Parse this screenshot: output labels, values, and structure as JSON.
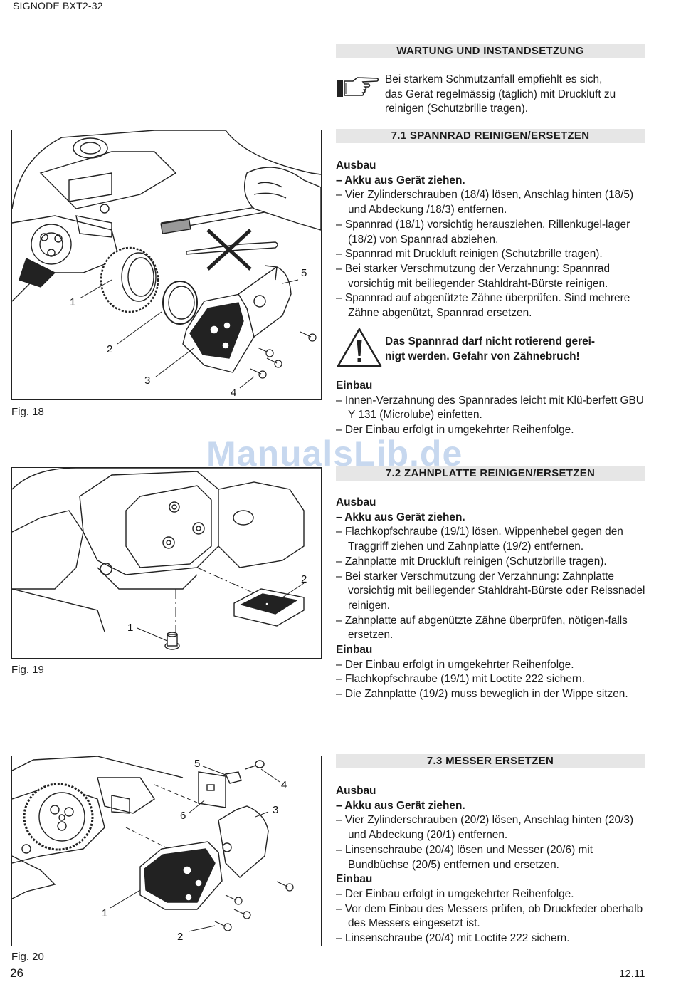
{
  "header": {
    "title": "SIGNODE BXT2-32"
  },
  "watermark": "ManualsLib.de",
  "intro": {
    "bar": "WARTUNG UND INSTANDSETZUNG",
    "text": [
      "Bei starkem Schmutzanfall empfiehlt es sich,",
      "das Gerät regelmässig (täglich) mit Druckluft zu",
      "reinigen (Schutzbrille tragen)."
    ]
  },
  "s71": {
    "bar": "7.1  SPANNRAD REINIGEN/ERSETZEN",
    "ausbau": "Ausbau",
    "items": [
      "–  Akku aus Gerät ziehen.",
      "–  Vier Zylinderschrauben (18/4) lösen, Anschlag hinten (18/5) und Abdeckung /18/3) entfernen.",
      "–  Spannrad (18/1) vorsichtig herausziehen. Rillenkugel-lager (18/2) von Spannrad abziehen.",
      "–  Spannrad mit Druckluft reinigen (Schutzbrille tragen).",
      "–  Bei starker Verschmutzung der Verzahnung: Spannrad vorsichtig mit beiliegender Stahldraht-Bürste reinigen.",
      "–  Spannrad auf abgenützte Zähne überprüfen. Sind mehrere Zähne abgenützt, Spannrad ersetzen."
    ],
    "warning": [
      "Das Spannrad darf nicht rotierend gerei-",
      "nigt werden. Gefahr von Zähnebruch!"
    ],
    "einbau": "Einbau",
    "einbau_items": [
      "–  Innen-Verzahnung des Spannrades leicht mit Klü-berfett GBU Y 131 (Microlube) einfetten.",
      "–  Der Einbau erfolgt in umgekehrter Reihenfolge."
    ]
  },
  "s72": {
    "bar": "7.2  ZAHNPLATTE REINIGEN/ERSETZEN",
    "ausbau": "Ausbau",
    "items": [
      "–  Akku aus Gerät ziehen.",
      "–  Flachkopfschraube (19/1) lösen. Wippenhebel gegen den Traggriff ziehen und Zahnplatte (19/2) entfernen.",
      "–  Zahnplatte mit Druckluft reinigen (Schutzbrille tragen).",
      "–  Bei starker Verschmutzung der Verzahnung: Zahnplatte vorsichtig mit beiliegender Stahldraht-Bürste oder Reissnadel reinigen.",
      "–  Zahnplatte auf abgenützte Zähne überprüfen, nötigen-falls ersetzen."
    ],
    "einbau": "Einbau",
    "einbau_items": [
      "–  Der Einbau erfolgt in umgekehrter Reihenfolge.",
      "–  Flachkopfschraube (19/1) mit Loctite 222 sichern.",
      "–  Die Zahnplatte (19/2) muss beweglich in der Wippe sitzen."
    ]
  },
  "s73": {
    "bar": "7.3  MESSER ERSETZEN",
    "ausbau": "Ausbau",
    "items": [
      "–  Akku aus Gerät ziehen.",
      "–  Vier Zylinderschrauben (20/2) lösen, Anschlag hinten (20/3) und Abdeckung (20/1) entfernen.",
      "–  Linsenschraube (20/4) lösen und Messer (20/6) mit Bundbüchse (20/5) entfernen und ersetzen."
    ],
    "einbau": "Einbau",
    "einbau_items": [
      "–  Der Einbau erfolgt in umgekehrter Reihenfolge.",
      "–  Vor dem Einbau des Messers prüfen, ob Druckfeder oberhalb des Messers eingesetzt ist.",
      "–  Linsenschraube (20/4) mit Loctite 222 sichern."
    ]
  },
  "fig18": {
    "caption": "Fig. 18",
    "labels": [
      "1",
      "2",
      "3",
      "4",
      "5"
    ]
  },
  "fig19": {
    "caption": "Fig. 19",
    "labels": [
      "1",
      "2"
    ]
  },
  "fig20": {
    "caption": "Fig. 20",
    "labels": [
      "1",
      "2",
      "3",
      "4",
      "5",
      "6"
    ]
  },
  "footer": {
    "page": "26",
    "date": "12.11"
  }
}
